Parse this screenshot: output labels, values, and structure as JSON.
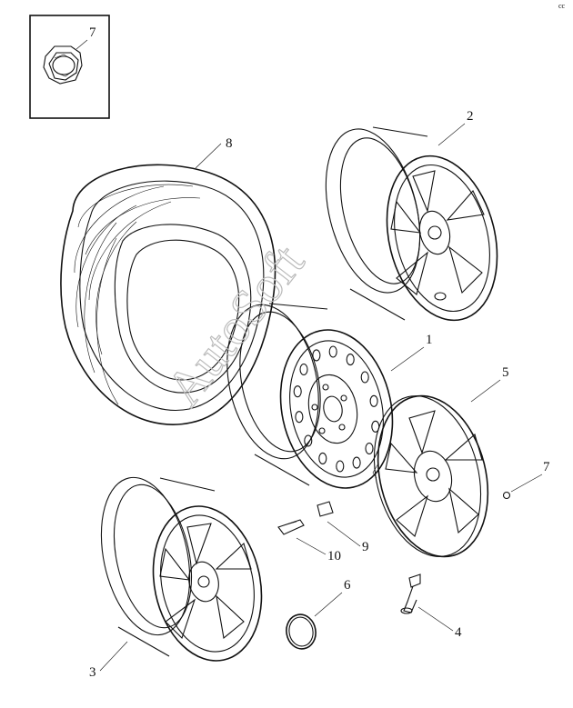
{
  "watermark": "AutoSoft",
  "corner_mark": "cc",
  "callouts": [
    {
      "id": "inset-7",
      "text": "7"
    },
    {
      "id": "8",
      "text": "8"
    },
    {
      "id": "2",
      "text": "2"
    },
    {
      "id": "1",
      "text": "1"
    },
    {
      "id": "5",
      "text": "5"
    },
    {
      "id": "7",
      "text": "7"
    },
    {
      "id": "9",
      "text": "9"
    },
    {
      "id": "10",
      "text": "10"
    },
    {
      "id": "6",
      "text": "6"
    },
    {
      "id": "4",
      "text": "4"
    },
    {
      "id": "3",
      "text": "3"
    }
  ]
}
